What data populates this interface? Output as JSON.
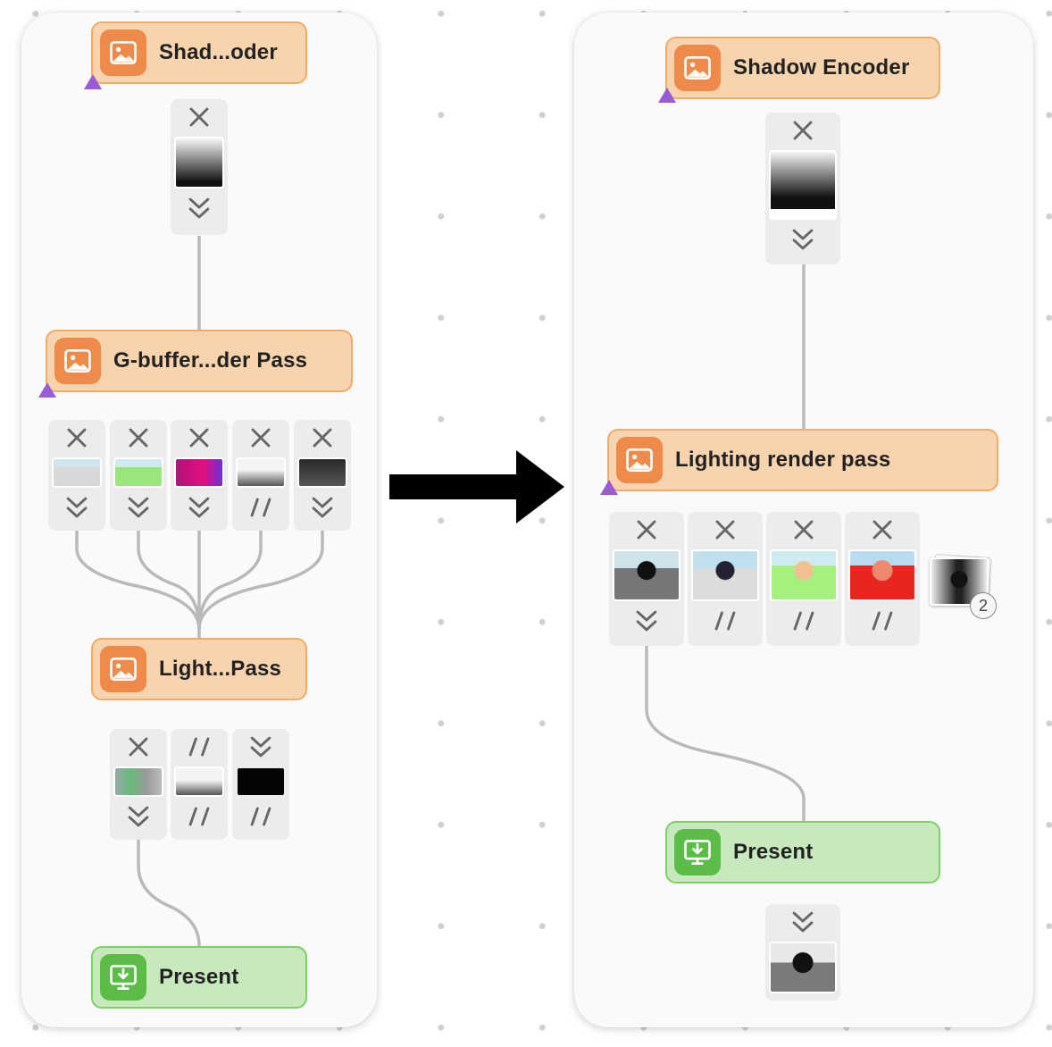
{
  "before": {
    "nodes": [
      {
        "label": "Shad...oder",
        "kind": "pass"
      },
      {
        "label": "G-buffer...der Pass",
        "kind": "pass"
      },
      {
        "label": "Light...Pass",
        "kind": "pass"
      },
      {
        "label": "Present",
        "kind": "present"
      }
    ],
    "attachments": {
      "shadow": [
        {
          "top": "close-icon",
          "bottom": "chevron-double-down-icon"
        }
      ],
      "gbuffer": [
        {
          "top": "close-icon",
          "bottom": "chevron-double-down-icon"
        },
        {
          "top": "close-icon",
          "bottom": "chevron-double-down-icon"
        },
        {
          "top": "close-icon",
          "bottom": "chevron-double-down-icon"
        },
        {
          "top": "close-icon",
          "bottom": "dont-care-icon"
        },
        {
          "top": "close-icon",
          "bottom": "chevron-double-down-icon"
        }
      ],
      "lighting": [
        {
          "top": "close-icon",
          "bottom": "chevron-double-down-icon"
        },
        {
          "top": "dont-care-icon",
          "bottom": "dont-care-icon"
        },
        {
          "top": "chevron-double-down-icon",
          "bottom": "dont-care-icon"
        }
      ]
    }
  },
  "after": {
    "nodes": [
      {
        "label": "Shadow Encoder",
        "kind": "pass"
      },
      {
        "label": "Lighting render pass",
        "kind": "pass"
      },
      {
        "label": "Present",
        "kind": "present"
      }
    ],
    "attachments": {
      "shadow": [
        {
          "top": "close-icon",
          "bottom": "chevron-double-down-icon"
        }
      ],
      "lighting": [
        {
          "top": "close-icon",
          "bottom": "chevron-double-down-icon"
        },
        {
          "top": "close-icon",
          "bottom": "dont-care-icon"
        },
        {
          "top": "close-icon",
          "bottom": "dont-care-icon"
        },
        {
          "top": "close-icon",
          "bottom": "dont-care-icon"
        }
      ],
      "memoryless_badge": "2",
      "present_input": [
        {
          "top": "chevron-double-down-icon"
        }
      ]
    }
  },
  "colors": {
    "pass_fill": "#f8d4ae",
    "pass_border": "#f0ac67",
    "pass_icon": "#ee8a4a",
    "present_fill": "#c7e9bd",
    "present_border": "#7fcf6b",
    "present_icon": "#5bbd47",
    "marker": "#9b5ad6"
  },
  "icons": [
    "image-icon",
    "present-icon",
    "close-icon",
    "chevron-double-down-icon",
    "dont-care-icon",
    "arrow-right-icon"
  ]
}
